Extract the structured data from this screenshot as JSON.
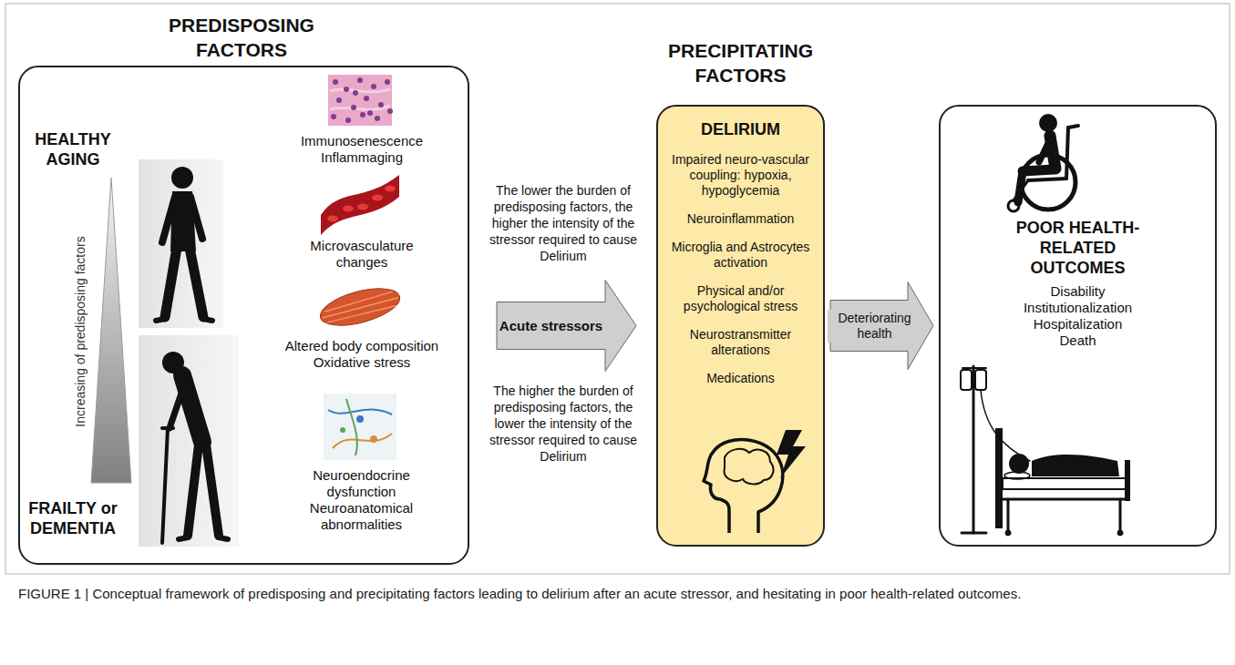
{
  "diagram": {
    "caption": "FIGURE 1 | Conceptual framework of predisposing and precipitating factors leading to delirium after an acute stressor, and hesitating in poor health-related outcomes.",
    "nodes": [
      {
        "text": [
          "PREDISPOSING FACTORS",
          "HEALTHY AGING",
          "Increasing of predisposing factors",
          "FRAILTY or DEMENTIA",
          "Immunosenescence Inflammaging",
          "Microvasculature changes",
          "Altered body composition Oxidative stress",
          "Neuroendocrine dysfunction Neuroanatomical abnormalities"
        ]
      },
      {
        "text": [
          "PRECIPITATING FACTORS",
          "DELIRIUM",
          "Impaired neuro-vascular coupling: hypoxia, hypoglycemia",
          "Neuroinflammation",
          "Microglia and Astrocytes activation",
          "Physical and/or psychological stress",
          "Neurostransmitter alterations",
          "Medications"
        ]
      },
      {
        "text": [
          "POOR HEALTH-RELATED OUTCOMES",
          "Disability",
          "Institutionalization",
          "Hospitalization",
          "Death"
        ]
      }
    ],
    "edges": [
      {
        "from": 0,
        "to": 1,
        "arrow": "to",
        "label": "Acute stressors"
      },
      {
        "from": 1,
        "to": 2,
        "arrow": "to",
        "label": "Deteriorating health"
      }
    ],
    "labels": [
      "The lower the burden of predisposing factors, the higher the intensity of the stressor required to cause Delirium",
      "The higher the burden of predisposing factors, the lower the intensity of the stressor required to cause Delirium"
    ]
  }
}
